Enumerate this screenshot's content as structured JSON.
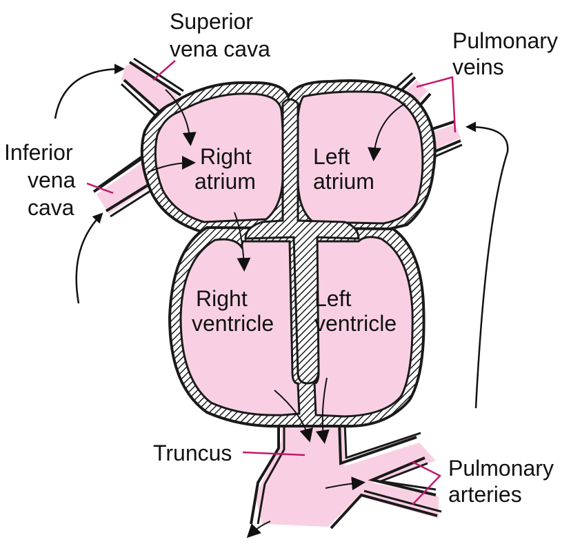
{
  "labels": {
    "superior_vena_cava": [
      "Superior",
      "vena cava"
    ],
    "inferior_vena_cava": [
      "Inferior",
      "vena",
      "cava"
    ],
    "pulmonary_veins": [
      "Pulmonary",
      "veins"
    ],
    "right_atrium": [
      "Right",
      "atrium"
    ],
    "left_atrium": [
      "Left",
      "atrium"
    ],
    "right_ventricle": [
      "Right",
      "ventricle"
    ],
    "left_ventricle": [
      "Left",
      "ventricle"
    ],
    "truncus": "Truncus",
    "pulmonary_arteries": [
      "Pulmonary",
      "arteries"
    ]
  },
  "colors": {
    "chamber_fill": "#f9d0e3",
    "wall_stroke": "#1a1a1a",
    "leader_line": "#c2186a",
    "arrow": "#111111"
  }
}
